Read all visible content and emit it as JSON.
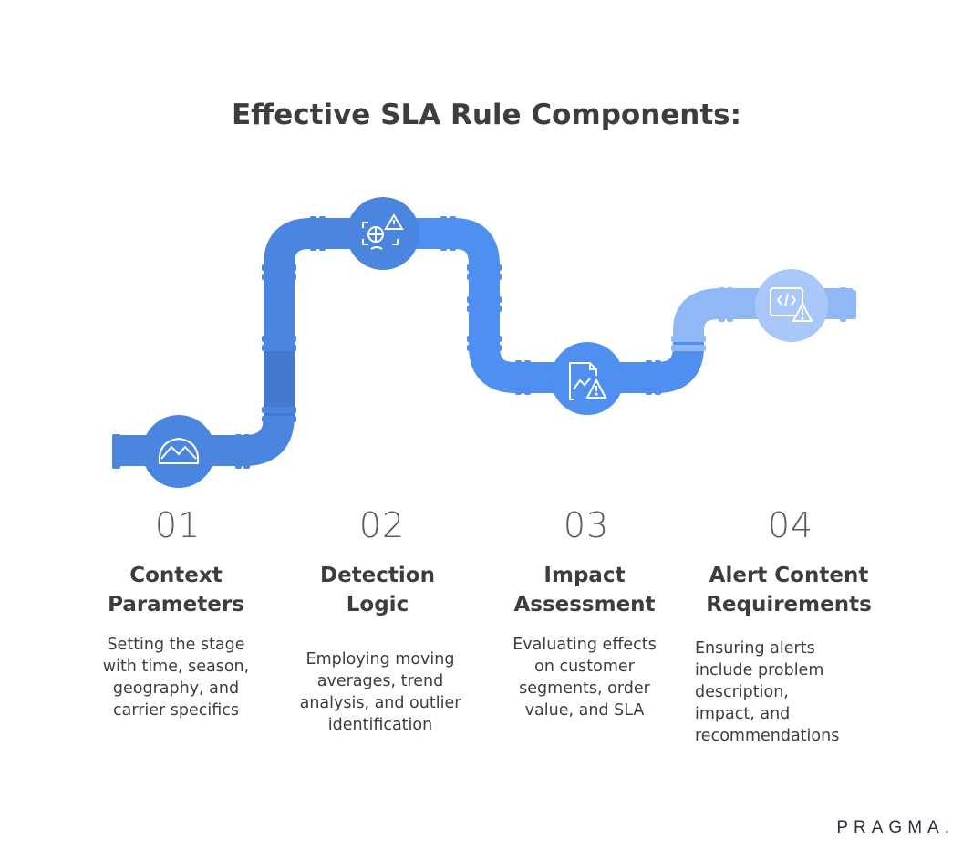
{
  "title": "Effective SLA Rule Components:",
  "steps": [
    {
      "number": "01",
      "heading": [
        "Context",
        "Parameters"
      ],
      "description": [
        "Setting the stage",
        "with time, season,",
        "geography, and",
        "carrier specifics"
      ],
      "icon": "mountain-icon"
    },
    {
      "number": "02",
      "heading": [
        "Detection",
        "Logic"
      ],
      "description": [
        "Employing moving",
        "averages, trend",
        "analysis, and outlier",
        "identification"
      ],
      "icon": "scan-alert-icon"
    },
    {
      "number": "03",
      "heading": [
        "Impact",
        "Assessment"
      ],
      "description": [
        "Evaluating effects",
        "on customer",
        "segments, order",
        "value, and SLA"
      ],
      "icon": "chart-alert-icon"
    },
    {
      "number": "04",
      "heading": [
        "Alert Content",
        "Requirements"
      ],
      "description": [
        "Ensuring alerts",
        "include problem",
        "description,",
        "impact, and",
        "recommendations"
      ],
      "icon": "code-alert-icon"
    }
  ],
  "logo": {
    "text": "PRAGMA",
    "dot": "."
  },
  "colors": {
    "pipe_dark": "#4a86e0",
    "pipe_mid": "#4f8ff0",
    "pipe_light": "#90b8f7",
    "text": "#3d3d3d",
    "accent": "#2f6fe8"
  }
}
